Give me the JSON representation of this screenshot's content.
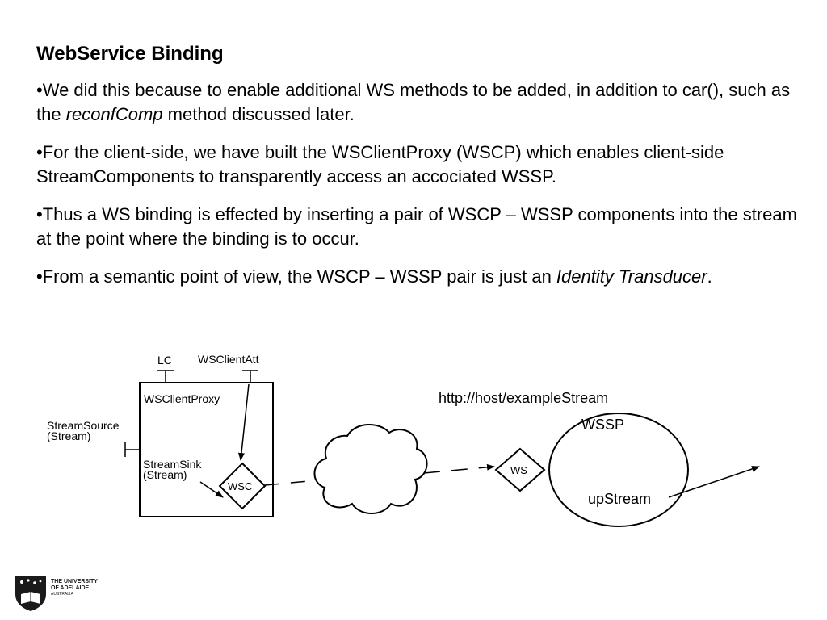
{
  "slide": {
    "title": "WebService Binding",
    "bullets": [
      {
        "before": "•We did this because to enable additional WS methods to be added, in addition to car(), such as the ",
        "em": "reconfComp",
        "after": " method discussed later."
      },
      {
        "before": "•For the client-side, we have built the WSClientProxy (WSCP) which enables client-side StreamComponents to transparently access an accociated WSSP.",
        "em": "",
        "after": ""
      },
      {
        "before": "•Thus a WS binding is effected by inserting a pair of WSCP – WSSP components into the stream at the point where the binding is to occur.",
        "em": "",
        "after": ""
      },
      {
        "before": "•From a semantic point of view, the WSCP – WSSP pair is just an ",
        "em": "Identity Transducer",
        "after": "."
      }
    ]
  },
  "diagram": {
    "lc_label": "LC",
    "wsclientatt_label": "WSClientAtt",
    "wsclientproxy_label": "WSClientProxy",
    "streamsource_line1": "StreamSource",
    "streamsource_line2": "(Stream)",
    "streamsink_line1": "StreamSink",
    "streamsink_line2": "(Stream)",
    "wsc_label": "WSC",
    "url_label": "http://host/exampleStream",
    "wssp_label": "WSSP",
    "ws_label": "WS",
    "upstream_label": "upStream"
  },
  "logo": {
    "line1": "THE UNIVERSITY",
    "line2": "OF ADELAIDE",
    "line3": "AUSTRALIA"
  }
}
